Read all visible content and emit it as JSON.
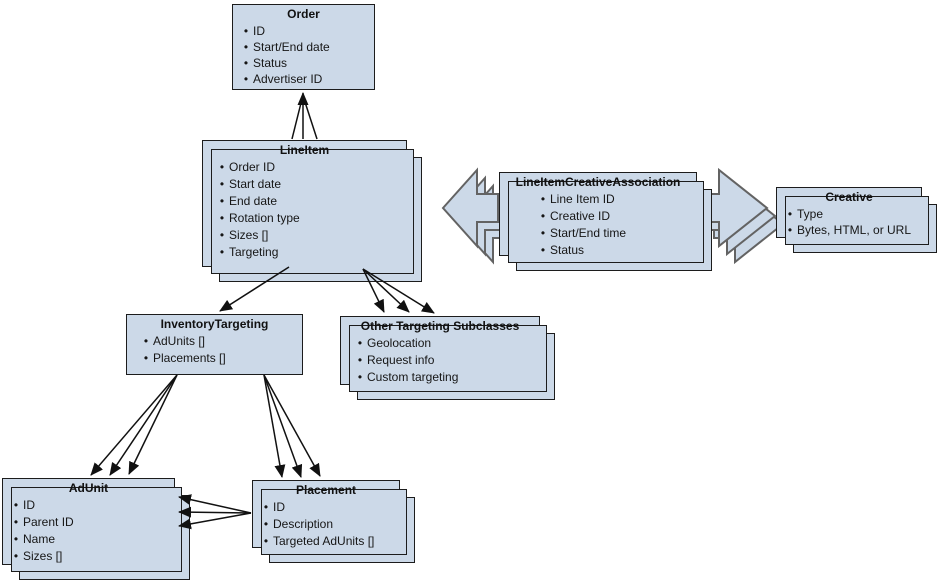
{
  "diagram": {
    "colors": {
      "background": "#ffffff",
      "box_fill": "#ccd9e8",
      "box_border": "#1c1c1c",
      "block_arrow_fill": "#ccd9e8",
      "block_arrow_border": "#636363",
      "connector": "#111111"
    },
    "entities": [
      {
        "id": "order",
        "title": "Order",
        "stacked": false,
        "items": [
          "ID",
          "Start/End date",
          "Status",
          "Advertiser ID"
        ]
      },
      {
        "id": "line-item",
        "title": "LineItem",
        "stacked": true,
        "items": [
          "Order ID",
          "Start date",
          "End date",
          "Rotation type",
          "Sizes []",
          "Targeting"
        ]
      },
      {
        "id": "line-item-creative-association",
        "title": "LineItemCreativeAssociation",
        "stacked": true,
        "items": [
          "Line Item ID",
          "Creative ID",
          "Start/End time",
          "Status"
        ]
      },
      {
        "id": "creative",
        "title": "Creative",
        "stacked": true,
        "items": [
          "Type",
          "Bytes, HTML, or URL"
        ]
      },
      {
        "id": "inventory-targeting",
        "title": "InventoryTargeting",
        "stacked": false,
        "items": [
          "AdUnits []",
          "Placements []"
        ]
      },
      {
        "id": "other-targeting-subclasses",
        "title": "Other Targeting Subclasses",
        "stacked": true,
        "items": [
          "Geolocation",
          "Request info",
          "Custom targeting"
        ]
      },
      {
        "id": "ad-unit",
        "title": "AdUnit",
        "stacked": true,
        "items": [
          "ID",
          "Parent ID",
          "Name",
          "Sizes []"
        ]
      },
      {
        "id": "placement",
        "title": "Placement",
        "stacked": true,
        "items": [
          "ID",
          "Description",
          "Targeted AdUnits []"
        ]
      }
    ],
    "relationships": [
      {
        "from": "LineItem",
        "to": "Order",
        "style": "line-arrow",
        "lines": 3
      },
      {
        "from": "LineItem",
        "to": "InventoryTargeting",
        "style": "line-arrow",
        "lines": 1
      },
      {
        "from": "LineItem",
        "to": "Other Targeting Subclasses",
        "style": "line-arrow",
        "lines": 3
      },
      {
        "from": "InventoryTargeting",
        "to": "AdUnit",
        "style": "line-arrow",
        "lines": 3
      },
      {
        "from": "InventoryTargeting",
        "to": "Placement",
        "style": "line-arrow",
        "lines": 3
      },
      {
        "from": "Placement",
        "to": "AdUnit",
        "style": "line-arrow",
        "lines": 3
      },
      {
        "from": "LineItemCreativeAssociation",
        "to": "LineItem",
        "style": "block-arrow"
      },
      {
        "from": "LineItemCreativeAssociation",
        "to": "Creative",
        "style": "block-arrow"
      }
    ]
  }
}
